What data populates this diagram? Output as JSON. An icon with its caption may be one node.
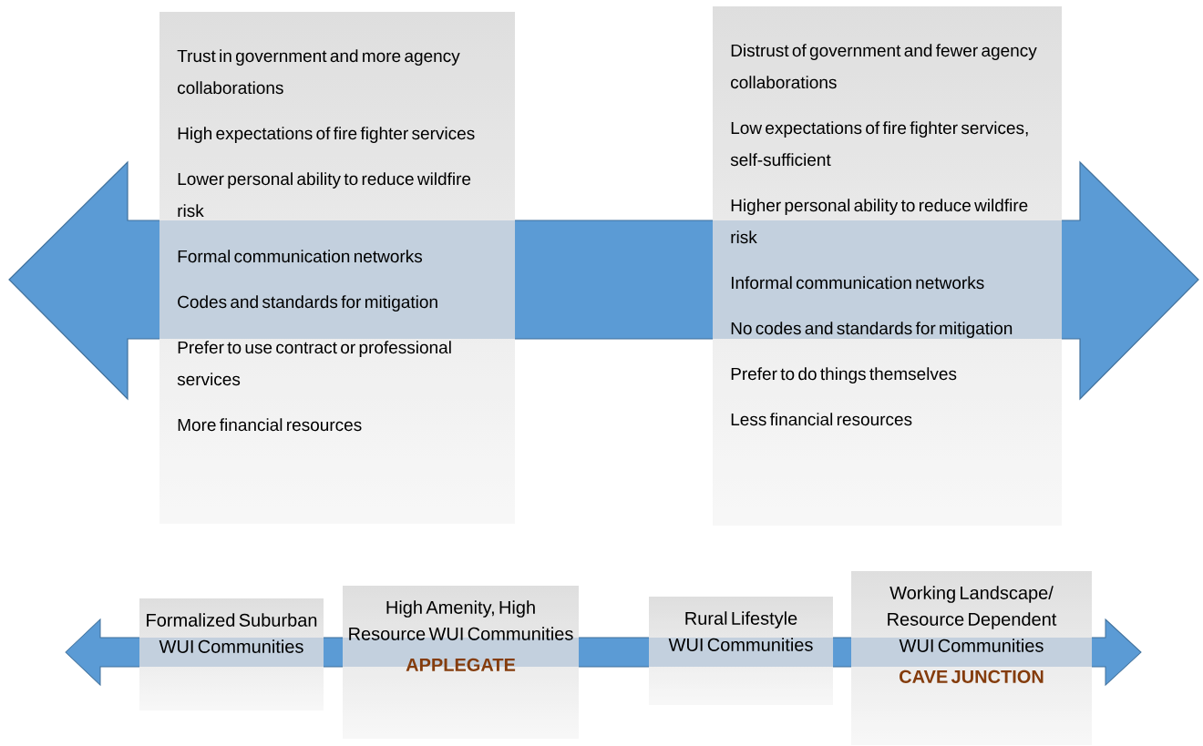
{
  "diagram": {
    "nodes": [
      {
        "text": [
          "Trust in government and more agency collaborations",
          "High expectations of fire fighter services",
          "Lower personal ability to reduce wildfire risk",
          "Formal communication networks",
          "Codes and standards for mitigation",
          "Prefer to use contract or professional services",
          "More financial resources"
        ]
      },
      {
        "text": [
          "Distrust of government and fewer agency collaborations",
          "Low expectations of fire fighter services, self-sufficient",
          "Higher personal ability to reduce wildfire risk",
          "Informal communication networks",
          "No codes and standards for mitigation",
          "Prefer to do things themselves",
          "Less financial resources"
        ]
      },
      {
        "text": [
          "Formalized Suburban WUI Communities"
        ]
      },
      {
        "text": [
          "High Amenity, High Resource WUI Communities",
          "APPLEGATE"
        ]
      },
      {
        "text": [
          "Rural Lifestyle WUI Communities"
        ]
      },
      {
        "text": [
          "Working Landscape/ Resource Dependent WUI Communities",
          "CAVE JUNCTION"
        ]
      }
    ],
    "edges": []
  }
}
